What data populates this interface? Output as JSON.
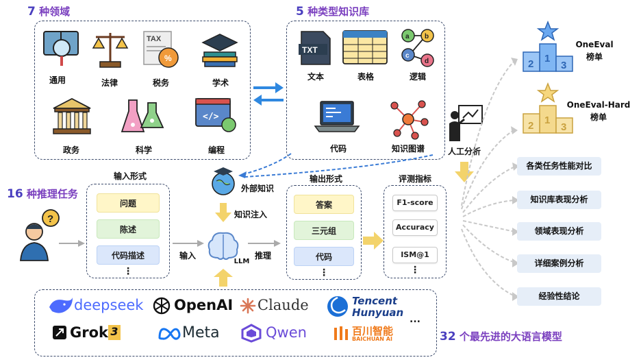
{
  "domains_section": {
    "count": "7",
    "title": "种领域",
    "items": [
      "通用",
      "法律",
      "税务",
      "学术",
      "政务",
      "科学",
      "编程"
    ],
    "tax_icon_text": "TAX"
  },
  "kb_section": {
    "count": "5",
    "title": "种类型知识库",
    "items": [
      "文本",
      "表格",
      "逻辑",
      "代码",
      "知识图谱"
    ],
    "txt_icon_text": "TXT",
    "logic_nodes": [
      "a",
      "b",
      "c",
      "d"
    ]
  },
  "tasks_section": {
    "count": "16",
    "title": "种推理任务",
    "question_mark": "?"
  },
  "input_form": {
    "title": "输入形式",
    "items": [
      "问题",
      "陈述",
      "代码描述"
    ],
    "more": "⋮"
  },
  "output_form": {
    "title": "输出形式",
    "items": [
      "答案",
      "三元组",
      "代码"
    ],
    "more": "⋮"
  },
  "eval_metrics": {
    "title": "评测指标",
    "items": [
      "F1-score",
      "Accuracy",
      "ISM@1"
    ],
    "more": "⋮"
  },
  "center": {
    "external_knowledge": "外部知识",
    "knowledge_injection": "知识注入",
    "llm": "LLM",
    "input_arrow": "输入",
    "reasoning_arrow": "推理",
    "manual_analysis": "人工分析"
  },
  "leaderboards": [
    {
      "name": "OneEval",
      "sub": "榜单",
      "color": "#4a8ee0"
    },
    {
      "name": "OneEval-Hard",
      "sub": "榜单",
      "color": "#f0c35a"
    }
  ],
  "podium_labels": [
    "2",
    "1",
    "3"
  ],
  "analysis_items": [
    "各类任务性能对比",
    "知识库表现分析",
    "领域表现分析",
    "详细案例分析",
    "经验性结论"
  ],
  "models_section": {
    "count": "32",
    "title": "个最先进的大语言模型",
    "logos": {
      "deepseek": "deepseek",
      "openai": "OpenAI",
      "claude": "Claude",
      "tencent_1": "Tencent",
      "tencent_2": "Hunyuan",
      "grok": "Grok",
      "grok_badge": "3",
      "meta": "Meta",
      "qwen": "Qwen",
      "baichuan_cn": "百川智能",
      "baichuan_en": "BAICHUAN AI"
    },
    "more": "..."
  },
  "colors": {
    "accent_purple": "#7a3fbf",
    "number_blue": "#4a3fbf",
    "arrow_blue": "#3a7bd5",
    "arrow_gray": "#bdbdbd",
    "arrow_yellow": "#f3d36b"
  }
}
